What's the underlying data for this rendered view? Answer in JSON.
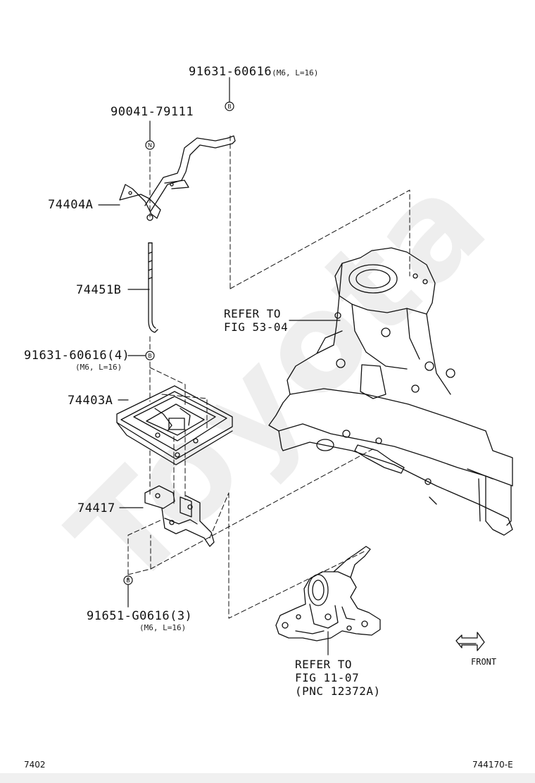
{
  "watermark": "Toyota",
  "parts": {
    "p1": {
      "number": "91631-60616",
      "spec": "(M6, L=16)"
    },
    "p2": {
      "number": "90041-79111"
    },
    "p3": {
      "number": "74404A"
    },
    "p4": {
      "number": "74451B"
    },
    "p5": {
      "number": "91631-60616(4)",
      "spec": "(M6, L=16)"
    },
    "p6": {
      "number": "74403A"
    },
    "p7": {
      "number": "74417"
    },
    "p8": {
      "number": "91651-G0616(3)",
      "spec": "(M6, L=16)"
    }
  },
  "markers": {
    "b": "B",
    "n": "N"
  },
  "refs": {
    "fig53": "REFER TO\nFIG 53-04",
    "fig11": "REFER TO\nFIG 11-07\n(PNC 12372A)"
  },
  "front_label": "FRONT",
  "footer": {
    "left": "7402",
    "right": "744170-E"
  }
}
